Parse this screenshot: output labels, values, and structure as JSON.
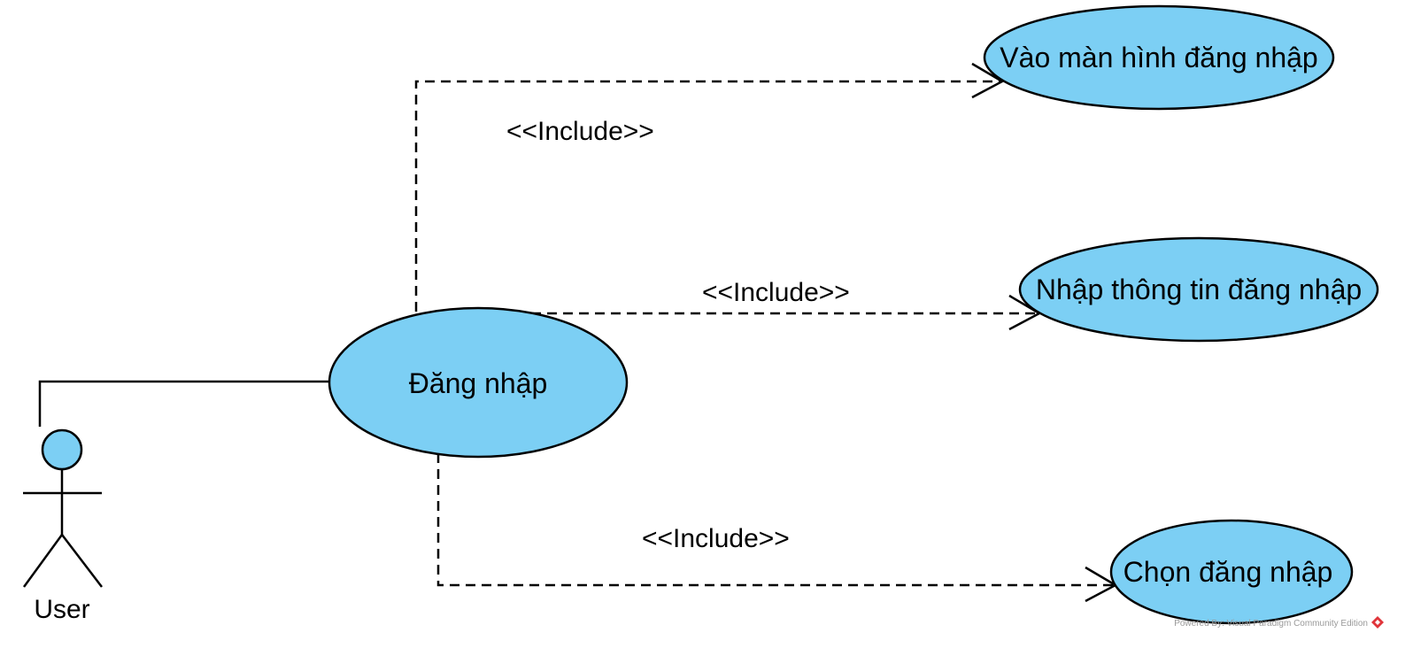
{
  "diagram": {
    "colors": {
      "usecase_fill": "#7ccff4",
      "stroke": "#000000",
      "background": "#ffffff",
      "watermark": "#9a9a9a",
      "watermark_logo": "#e0353b"
    },
    "actor": {
      "name": "User"
    },
    "usecases": {
      "main": {
        "label": "Đăng nhập"
      },
      "screen": {
        "label": "Vào màn hình đăng nhập"
      },
      "info": {
        "label": "Nhập thông tin đăng nhập"
      },
      "choose": {
        "label": "Chọn đăng nhập"
      }
    },
    "relations": {
      "include_screen": {
        "stereotype": "<<Include>>"
      },
      "include_info": {
        "stereotype": "<<Include>>"
      },
      "include_choose": {
        "stereotype": "<<Include>>"
      }
    },
    "watermark": {
      "text": "Powered By: Visual Paradigm Community Edition",
      "logo_icon": "visual-paradigm-logo-icon"
    }
  }
}
